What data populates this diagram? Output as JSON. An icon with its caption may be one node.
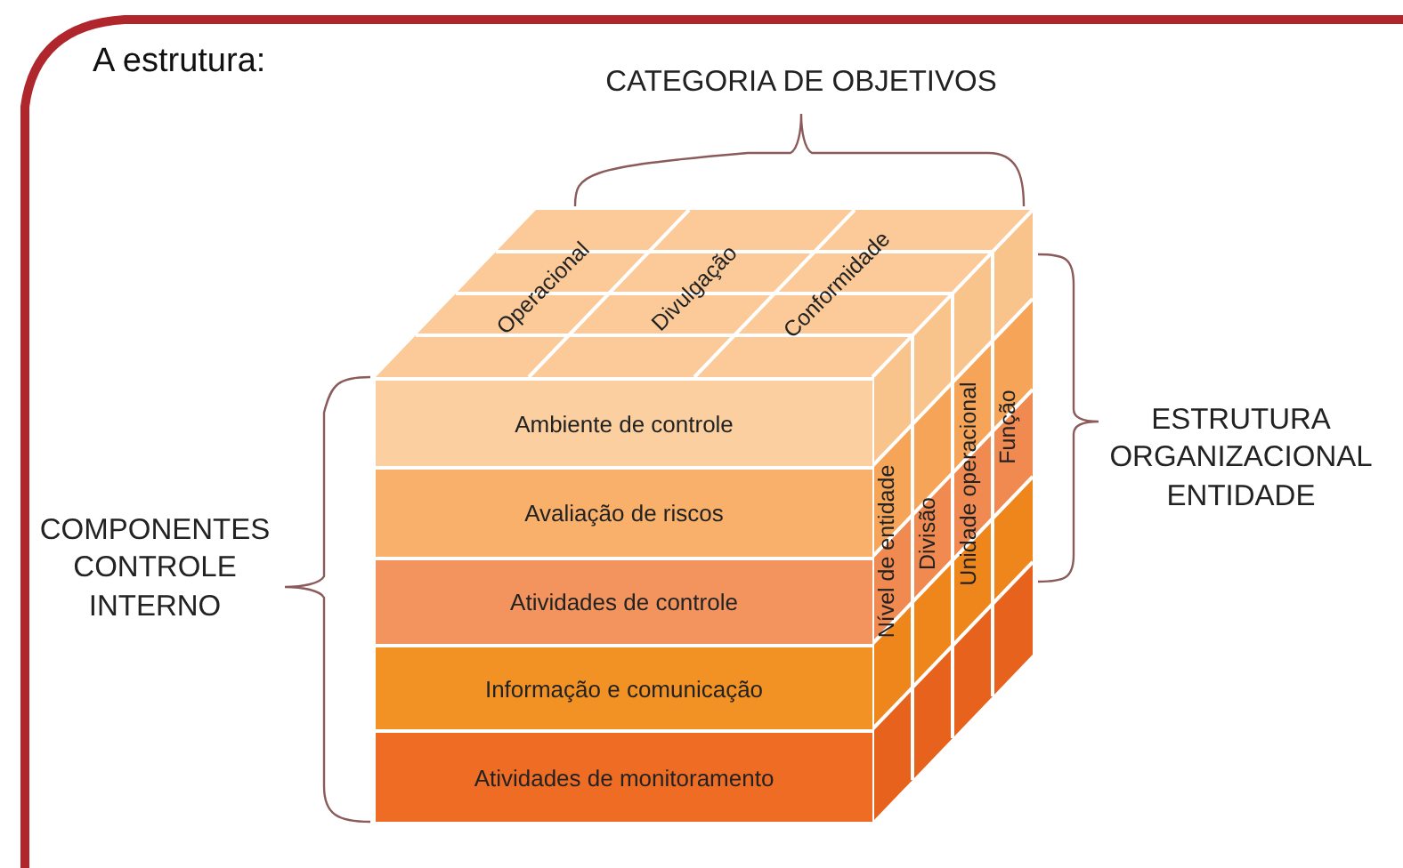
{
  "diagram": {
    "title": "A estrutura:",
    "nodes": [
      {
        "text": [
          "Operacional"
        ]
      },
      {
        "text": [
          "Divulgação"
        ]
      },
      {
        "text": [
          "Conformidade"
        ]
      },
      {
        "text": [
          "Ambiente de controle"
        ]
      },
      {
        "text": [
          "Avaliação de riscos"
        ]
      },
      {
        "text": [
          "Atividades de controle"
        ]
      },
      {
        "text": [
          "Informação e comunicação"
        ]
      },
      {
        "text": [
          "Atividades de monitoramento"
        ]
      },
      {
        "text": [
          "Nível de entidade"
        ]
      },
      {
        "text": [
          "Divisão"
        ]
      },
      {
        "text": [
          "Unidade operacional"
        ]
      },
      {
        "text": [
          "Função"
        ]
      }
    ],
    "labels": [
      "CATEGORIA DE OBJETIVOS",
      "COMPONENTES CONTROLE INTERNO",
      "ESTRUTURA ORGANIZACIONAL ENTIDADE"
    ]
  }
}
